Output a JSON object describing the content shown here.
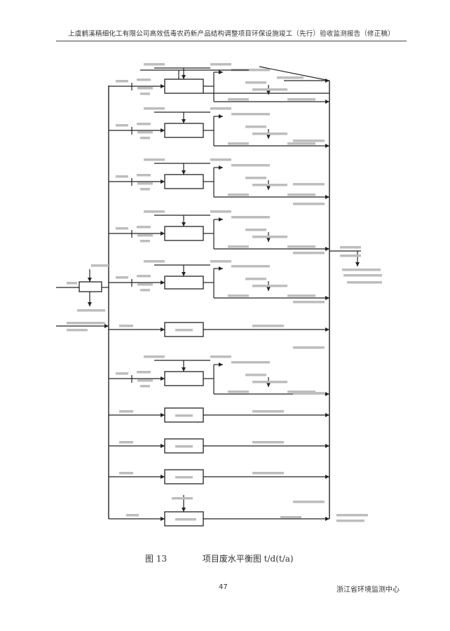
{
  "header": {
    "title": "上虞鹤溪精细化工有限公司高效低毒农药新产品结构调整项目环保设施竣工（先行）验收监测报告（修正稿）"
  },
  "caption": {
    "figure_no": "图 13",
    "title": "项目废水平衡图 t/d(t/a)"
  },
  "footer": {
    "page_number": "47",
    "org": "浙江省环境监测中心"
  }
}
